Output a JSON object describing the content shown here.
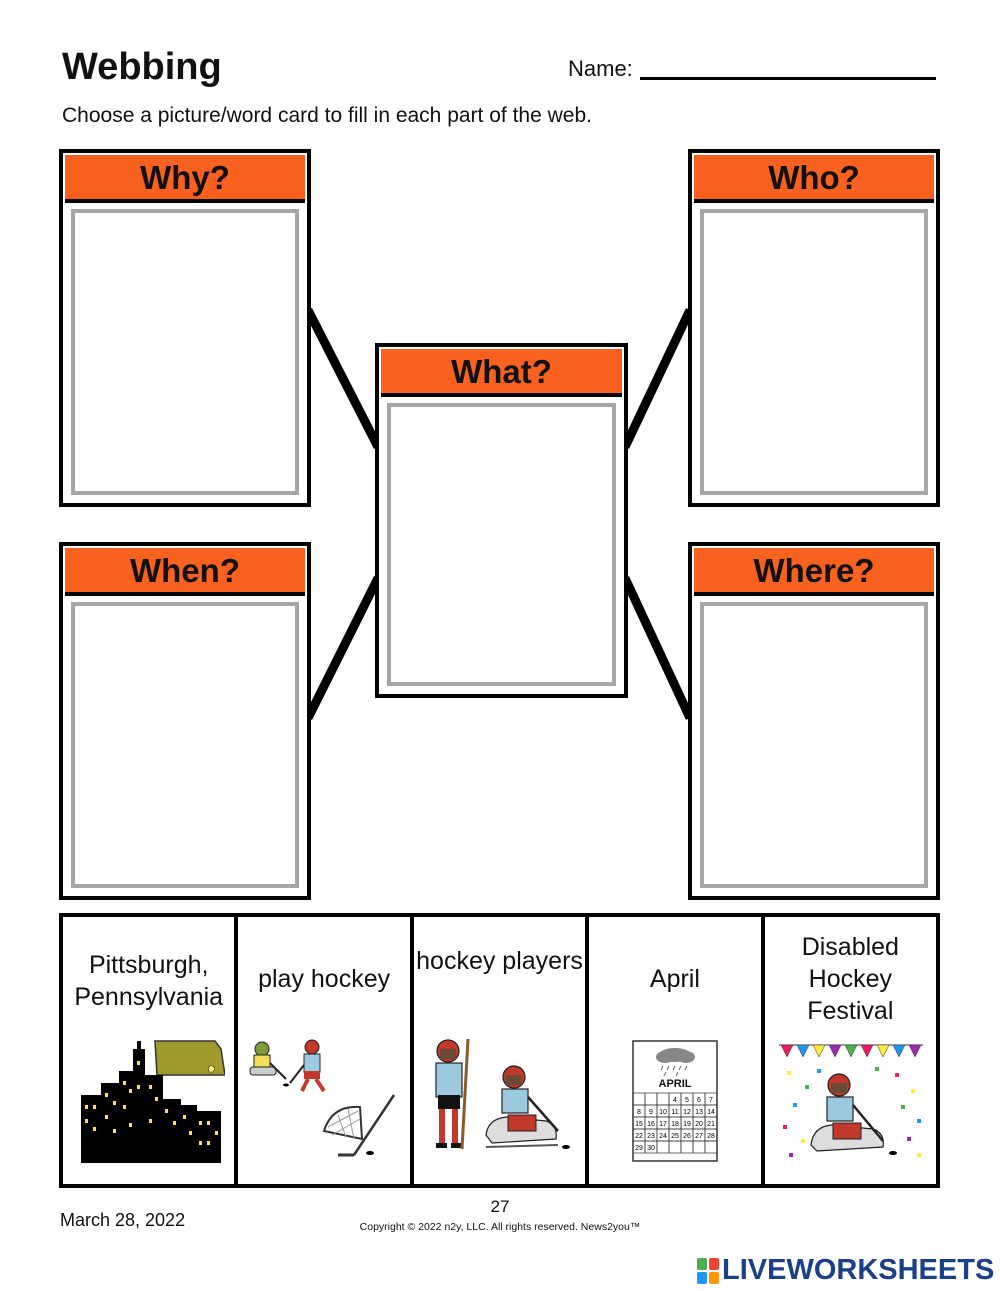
{
  "header": {
    "title": "Webbing",
    "name_label": "Name:",
    "instructions": "Choose a picture/word card to fill in each part of the web."
  },
  "web": {
    "why": "Why?",
    "who": "Who?",
    "what": "What?",
    "when": "When?",
    "where": "Where?"
  },
  "cards": [
    {
      "label": "Pittsburgh, Pennsylvania",
      "icon": "city-skyline-icon"
    },
    {
      "label": "play hockey",
      "icon": "playing-hockey-icon"
    },
    {
      "label": "hockey players",
      "icon": "hockey-players-icon"
    },
    {
      "label": "April",
      "icon": "april-calendar-icon",
      "calendar_month": "APRIL"
    },
    {
      "label": "Disabled Hockey Festival",
      "icon": "hockey-festival-icon"
    }
  ],
  "calendar_days": [
    "4",
    "5",
    "6",
    "7",
    "8",
    "9",
    "10",
    "11",
    "12",
    "13",
    "14",
    "15",
    "16",
    "17",
    "18",
    "19",
    "20",
    "21",
    "22",
    "23",
    "24",
    "25",
    "26",
    "27",
    "28",
    "29",
    "30"
  ],
  "footer": {
    "date": "March 28, 2022",
    "page_number": "27",
    "copyright": "Copyright © 2022 n2y, LLC. All rights reserved. News2you™",
    "brand": "LIVEWORKSHEETS"
  },
  "colors": {
    "header_orange": "#f8611f",
    "slot_border": "#a6a6a6",
    "brand_blue": "#1c3f8a"
  }
}
